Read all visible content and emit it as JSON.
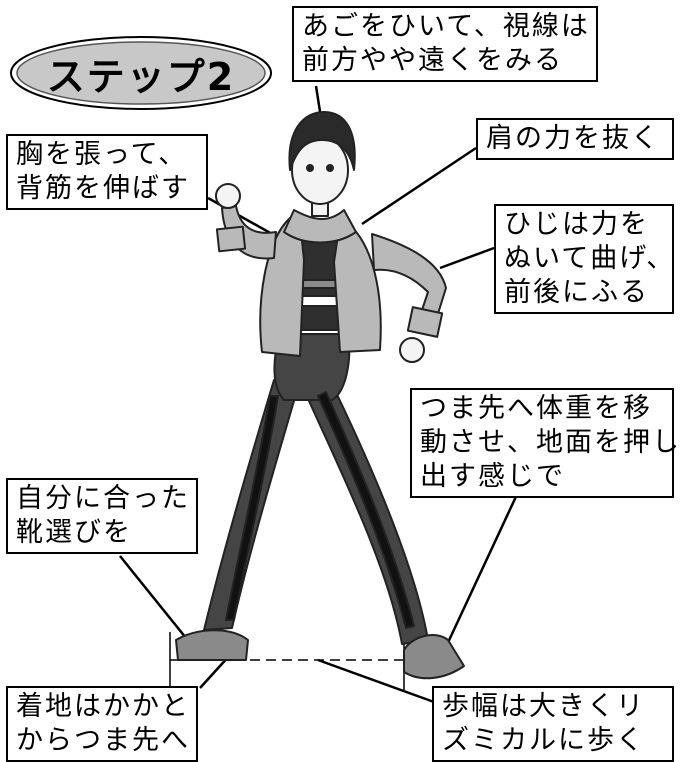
{
  "step": {
    "label": "ステップ2"
  },
  "callouts": {
    "chin": {
      "line1": "あごをひいて、視線は",
      "line2": "前方やや遠くをみる"
    },
    "chest": {
      "line1": "胸を張って、",
      "line2": "背筋を伸ばす"
    },
    "shoulder": {
      "line1": "肩の力を抜く"
    },
    "elbow": {
      "line1": "ひじは力を",
      "line2": "ぬいて曲げ、",
      "line3": "前後にふる"
    },
    "toe": {
      "line1": "つま先へ体重を移",
      "line2": "動させ、地面を押し",
      "line3": "出す感じで"
    },
    "shoes": {
      "line1": "自分に合った",
      "line2": "靴選びを"
    },
    "landing": {
      "line1": "着地はかかと",
      "line2": "からつま先へ"
    },
    "stride": {
      "line1": "歩幅は大きくリ",
      "line2": "ズミカルに歩く"
    }
  },
  "colors": {
    "hair": "#2a2a2a",
    "jacket": "#b9b9b9",
    "pants": "#454545",
    "stripe": "#111111",
    "skin": "#f4f4f4",
    "shoe": "#8a8a8a"
  }
}
